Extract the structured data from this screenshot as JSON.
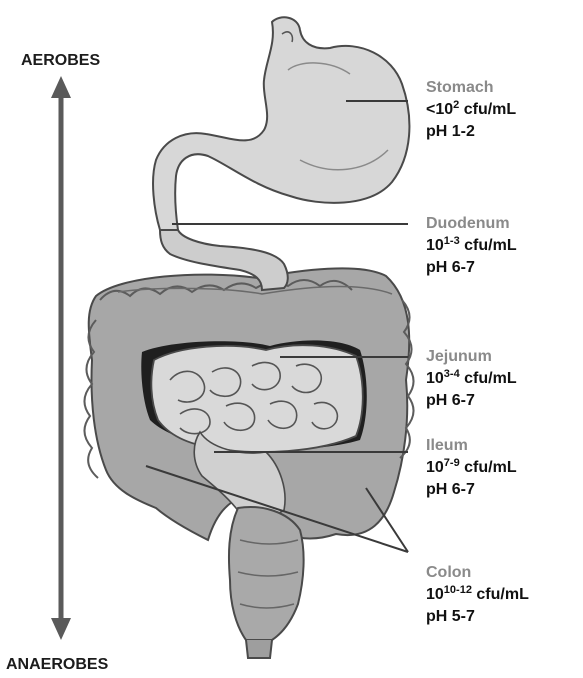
{
  "axis": {
    "top_label": "AEROBES",
    "bottom_label": "ANAEROBES"
  },
  "organs": [
    {
      "name": "Stomach",
      "count_base": "<10",
      "count_exp": "2",
      "count_unit": "cfu/mL",
      "ph": "pH 1-2"
    },
    {
      "name": "Duodenum",
      "count_base": "10",
      "count_exp": "1-3",
      "count_unit": "cfu/mL",
      "ph": "pH 6-7"
    },
    {
      "name": "Jejunum",
      "count_base": "10",
      "count_exp": "3-4",
      "count_unit": "cfu/mL",
      "ph": "pH 6-7"
    },
    {
      "name": "Ileum",
      "count_base": "10",
      "count_exp": "7-9",
      "count_unit": "cfu/mL",
      "ph": "pH 6-7"
    },
    {
      "name": "Colon",
      "count_base": "10",
      "count_exp": "10-12",
      "count_unit": "cfu/mL",
      "ph": "pH 5-7"
    }
  ]
}
